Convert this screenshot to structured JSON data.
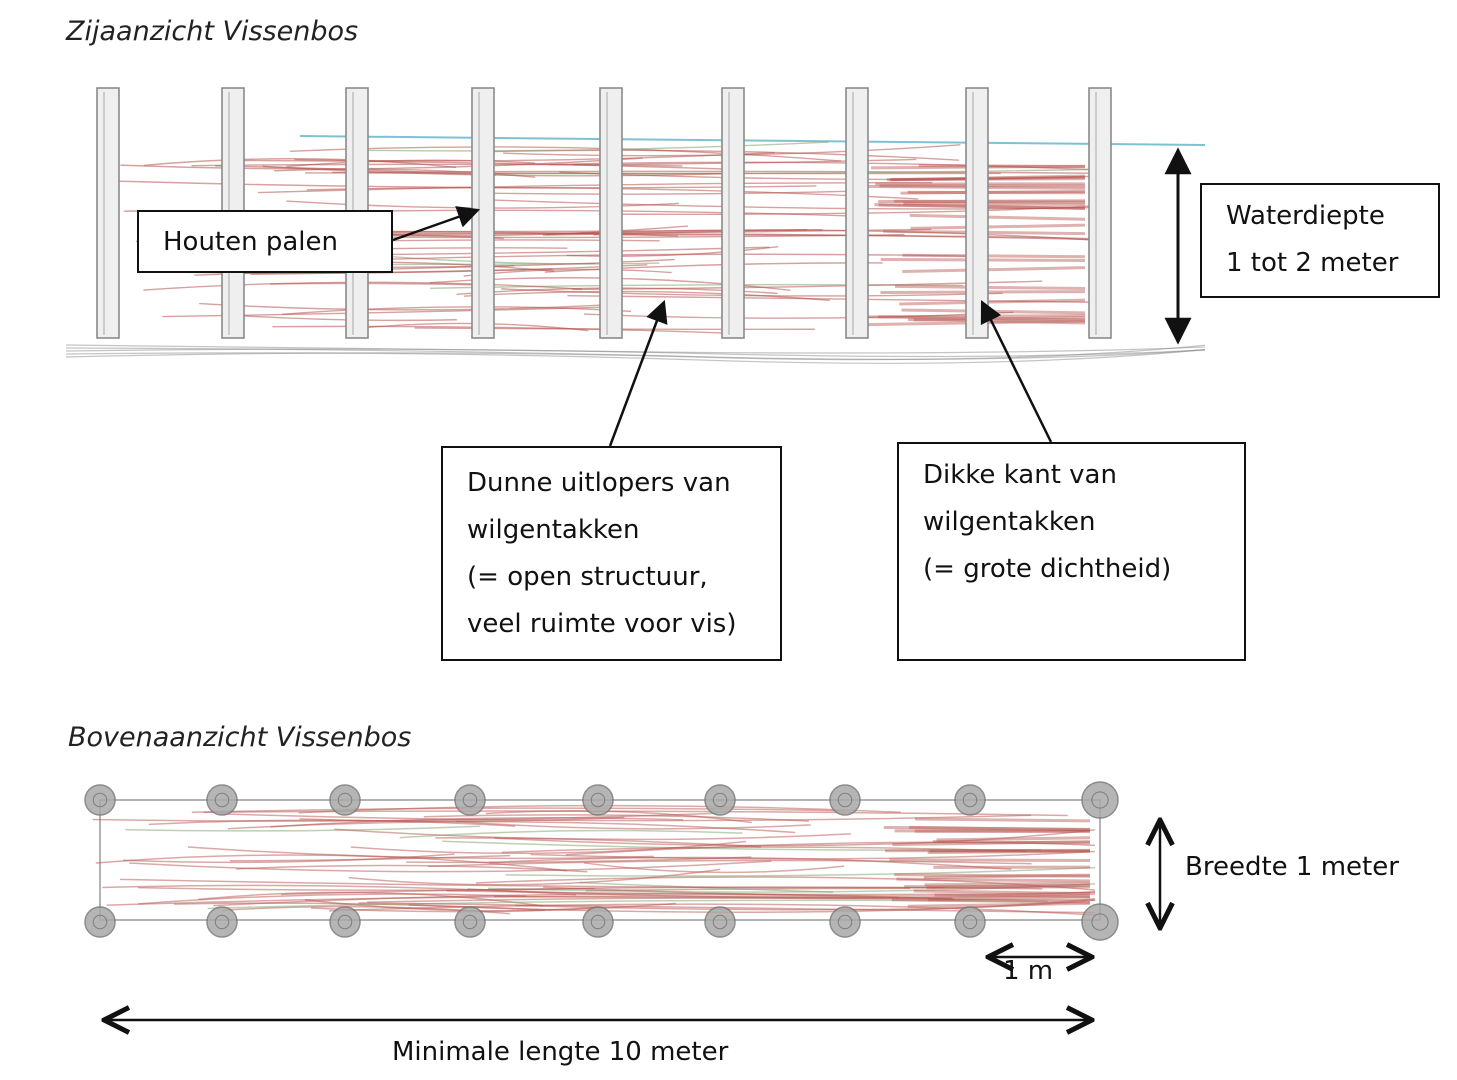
{
  "side_view": {
    "title": "Zijaanzicht Vissenbos",
    "label_posts": "Houten palen",
    "label_depth": [
      "Waterdiepte",
      "1 tot 2 meter"
    ],
    "label_thin": [
      "Dunne uitlopers van",
      "wilgentakken",
      "(= open structuur,",
      "veel ruimte voor vis)"
    ],
    "label_thick": [
      "Dikke kant van",
      "wilgentakken",
      "(= grote dichtheid)"
    ]
  },
  "top_view": {
    "title": "Bovenaanzicht Vissenbos",
    "label_width": "Breedte 1 meter",
    "label_spacing": "1 m",
    "label_length": "Minimale lengte 10 meter"
  },
  "colors": {
    "willow_red": "#b5544e",
    "willow_green": "#7fa067",
    "pencil_gray": "#8a8a8a",
    "water_blue": "#7fc1d2",
    "ink": "#111111"
  }
}
